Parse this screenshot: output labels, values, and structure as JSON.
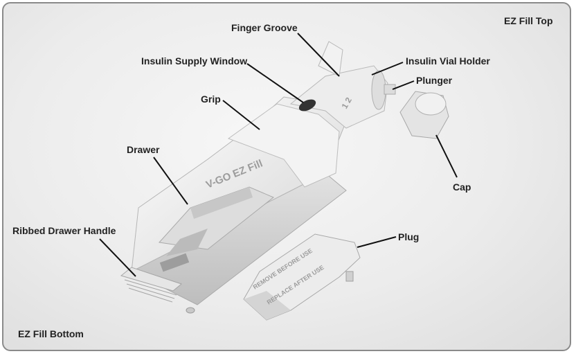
{
  "corners": {
    "top_right": "EZ Fill Top",
    "bottom_left": "EZ Fill Bottom"
  },
  "labels": {
    "finger_groove": "Finger Groove",
    "insulin_supply_window": "Insulin Supply Window",
    "insulin_vial_holder": "Insulin Vial Holder",
    "plunger": "Plunger",
    "grip": "Grip",
    "drawer": "Drawer",
    "cap": "Cap",
    "ribbed_drawer_handle": "Ribbed Drawer Handle",
    "plug": "Plug"
  },
  "embossed": {
    "brand": "V-GO EZ Fill",
    "plug_line1": "REMOVE BEFORE USE",
    "plug_line2": "REPLACE AFTER USE",
    "marks": "1 2"
  },
  "colors": {
    "label": "#222222",
    "device": "#eeeeee",
    "device_shadow": "#c8c8c8",
    "frame": "#8a8a8a"
  }
}
